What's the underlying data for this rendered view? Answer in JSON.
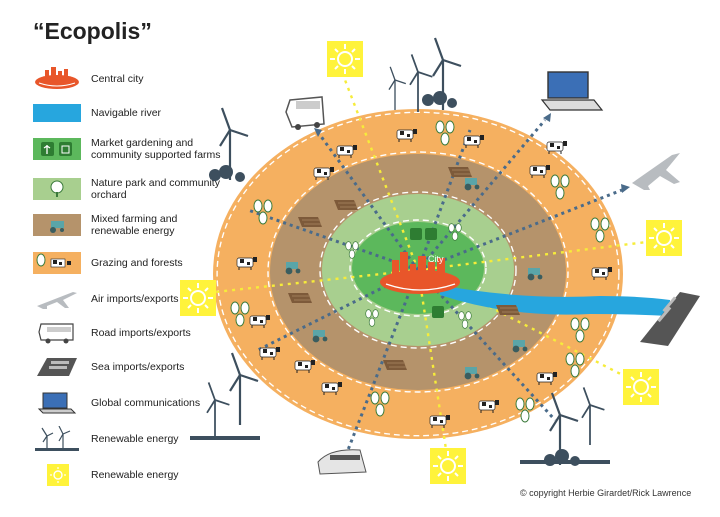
{
  "title": "“Ecopolis”",
  "center_label": "City",
  "copyright": "© copyright Herbie Girardet/Rick Lawrence",
  "legend": [
    {
      "label": "Central city",
      "icon": "central-city-icon"
    },
    {
      "label": "Navigable river",
      "icon": "river-icon"
    },
    {
      "label": "Market gardening and community supported farms",
      "icon": "market-garden-icon"
    },
    {
      "label": "Nature park and community orchard",
      "icon": "nature-park-icon"
    },
    {
      "label": "Mixed farming and renewable energy",
      "icon": "mixed-farming-icon"
    },
    {
      "label": "Grazing and forests",
      "icon": "grazing-icon"
    },
    {
      "label": "Air imports/exports",
      "icon": "airplane-icon"
    },
    {
      "label": "Road imports/exports",
      "icon": "bus-icon"
    },
    {
      "label": "Sea imports/exports",
      "icon": "ship-icon"
    },
    {
      "label": "Global communications",
      "icon": "laptop-icon"
    },
    {
      "label": "Renewable energy",
      "icon": "wind-turbine-icon"
    },
    {
      "label": "Renewable energy",
      "icon": "sun-icon"
    }
  ],
  "colors": {
    "grazing": "#f5b060",
    "mixed_farming": "#b5936b",
    "nature_park": "#a8cf8f",
    "market_garden": "#5cb85c",
    "city": "#e8562a",
    "river": "#27a6de",
    "sun": "#fff33b",
    "dotted_blue": "#4a6b8a",
    "dotted_yellow": "#f6ec3a"
  }
}
